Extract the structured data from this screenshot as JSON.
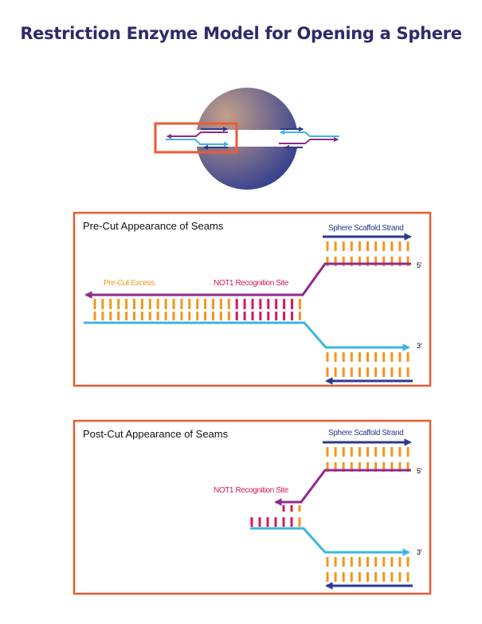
{
  "title": "Restriction Enzyme Model for Opening a Sphere",
  "colors": {
    "title": "#2e2a6b",
    "frame": "#ef5a32",
    "scaffold_strand": "#2b3990",
    "purple_strand": "#92278f",
    "cyan_strand": "#3db4e5",
    "base_pair": "#f7941d",
    "recognition_pair": "#d7195a",
    "sphere_highlight": "#c4a08a",
    "sphere_shadow": "#2b3990"
  },
  "overview": {
    "description": "Sphere with seam strands; left seam highlighted by frame"
  },
  "panels": [
    {
      "id": "pre-cut",
      "title": "Pre-Cut Appearance of Seams",
      "scaffold_label": "Sphere Scaffold Strand",
      "excess_label": "Pre-Cut Excess",
      "recognition_label": "NOT1 Recognition Site",
      "five_prime": "5′",
      "three_prime": "3′",
      "scaffold_pairs": 11,
      "long_pairs_total": 27,
      "recognition_pairs": 8
    },
    {
      "id": "post-cut",
      "title": "Post-Cut Appearance of Seams",
      "scaffold_label": "Sphere Scaffold Strand",
      "recognition_label": "NOT1 Recognition Site",
      "five_prime": "5′",
      "three_prime": "3′",
      "scaffold_pairs": 11,
      "upper_stub_pairs": [
        "recog",
        "recog",
        "base"
      ],
      "lower_stub_pairs": [
        "recog",
        "recog",
        "recog",
        "recog",
        "recog",
        "recog",
        "base"
      ]
    }
  ]
}
